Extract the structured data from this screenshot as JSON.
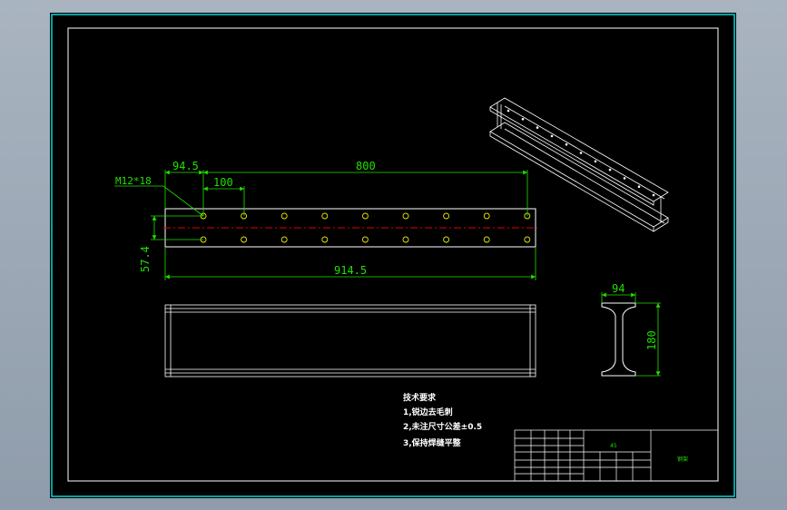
{
  "drawing": {
    "colors": {
      "background": "#000000",
      "border": "#00d8d8",
      "outline": "#ffffff",
      "dimension": "#22e000",
      "holes": "#e8e800",
      "centerline": "#e00000"
    }
  },
  "dimensions": {
    "hole_spec": "M12*18",
    "edge_offset": "94.5",
    "hole_pitch": "100",
    "hole_span": "800",
    "row_spacing": "57.4",
    "total_length": "914.5",
    "section_width": "94",
    "section_height": "180"
  },
  "notes": {
    "title": "技术要求",
    "items": [
      "1,锐边去毛刺",
      "2,未注尺寸公差±0.5",
      "3,保持焊缝平整"
    ]
  },
  "title_block": {
    "material": "45",
    "drawing_name": "钢架"
  }
}
